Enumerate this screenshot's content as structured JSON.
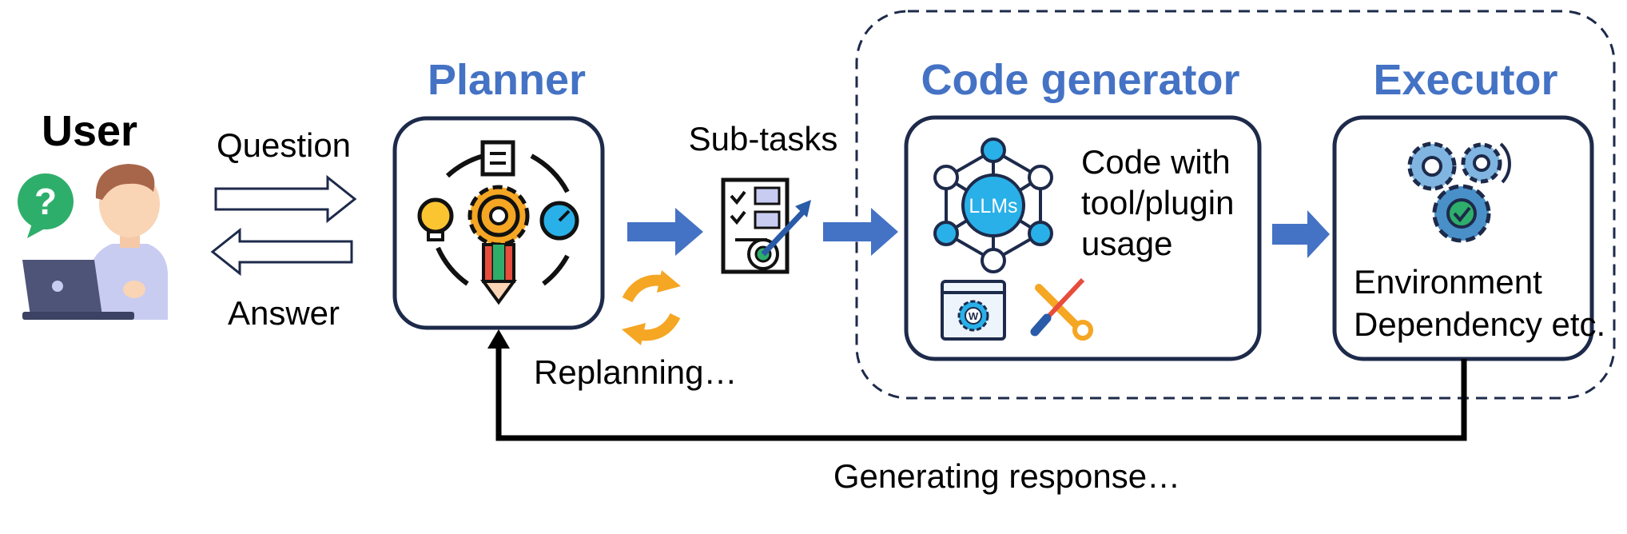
{
  "user": {
    "title": "User",
    "icon": "user-laptop-icon"
  },
  "question": {
    "label": "Question"
  },
  "answer": {
    "label": "Answer"
  },
  "planner": {
    "title": "Planner",
    "icon": "planning-gear-pencil-icon"
  },
  "subtasks": {
    "label": "Sub-tasks",
    "icon": "task-checklist-target-icon"
  },
  "replanning": {
    "label": "Replanning…",
    "icon": "refresh-arrows-icon"
  },
  "code_generator": {
    "title": "Code generator",
    "llm_label": "LLMs",
    "desc_lines": [
      "Code with",
      "tool/plugin",
      "usage"
    ],
    "icons": [
      "web-plugin-icon",
      "tools-icon"
    ]
  },
  "executor": {
    "title": "Executor",
    "desc_lines": [
      "Environment",
      "Dependency etc."
    ],
    "icon": "gears-check-icon"
  },
  "feedback": {
    "label": "Generating response…"
  },
  "colors": {
    "accent_blue": "#4472C4",
    "box_border": "#1d2a4a",
    "orange": "#F5A623",
    "green": "#2EAE6B",
    "llm_blue": "#29B0E8"
  }
}
